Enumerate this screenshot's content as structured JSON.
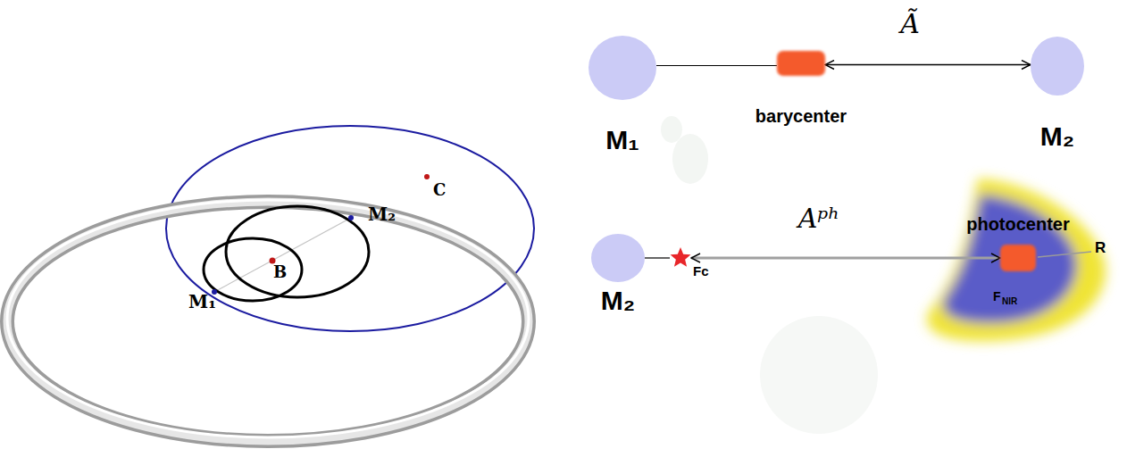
{
  "diagram": {
    "nodes": [
      {
        "text": [
          "M₁"
        ]
      },
      {
        "text": [
          "barycenter"
        ]
      },
      {
        "text": [
          "M₂"
        ]
      },
      {
        "text": [
          "M₂"
        ]
      },
      {
        "text": [
          "Fc"
        ]
      },
      {
        "text": [
          "photocenter"
        ]
      }
    ],
    "edges": [
      {
        "from": 0,
        "to": 1,
        "arrow": "none"
      },
      {
        "from": 1,
        "to": 2,
        "label": "Ã",
        "arrow": "both"
      },
      {
        "from": 3,
        "to": 4,
        "arrow": "none"
      },
      {
        "from": 4,
        "to": 5,
        "label": "Aᵖʰ",
        "arrow": "both"
      }
    ],
    "labels": [
      "M₁",
      "M₂",
      "B",
      "C",
      "R",
      "F",
      "NIR"
    ]
  }
}
